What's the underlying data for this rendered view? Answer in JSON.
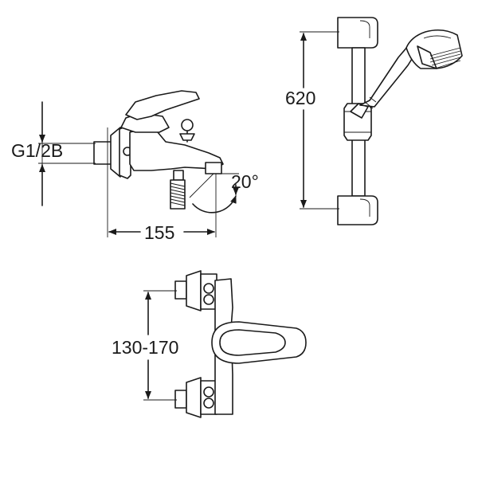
{
  "labels": {
    "thread": "G1/2B",
    "width": "155",
    "angle": "20°",
    "rail_height": "620",
    "spacing": "130-170"
  },
  "colors": {
    "line": "#1a1a1a",
    "background": "#ffffff"
  }
}
